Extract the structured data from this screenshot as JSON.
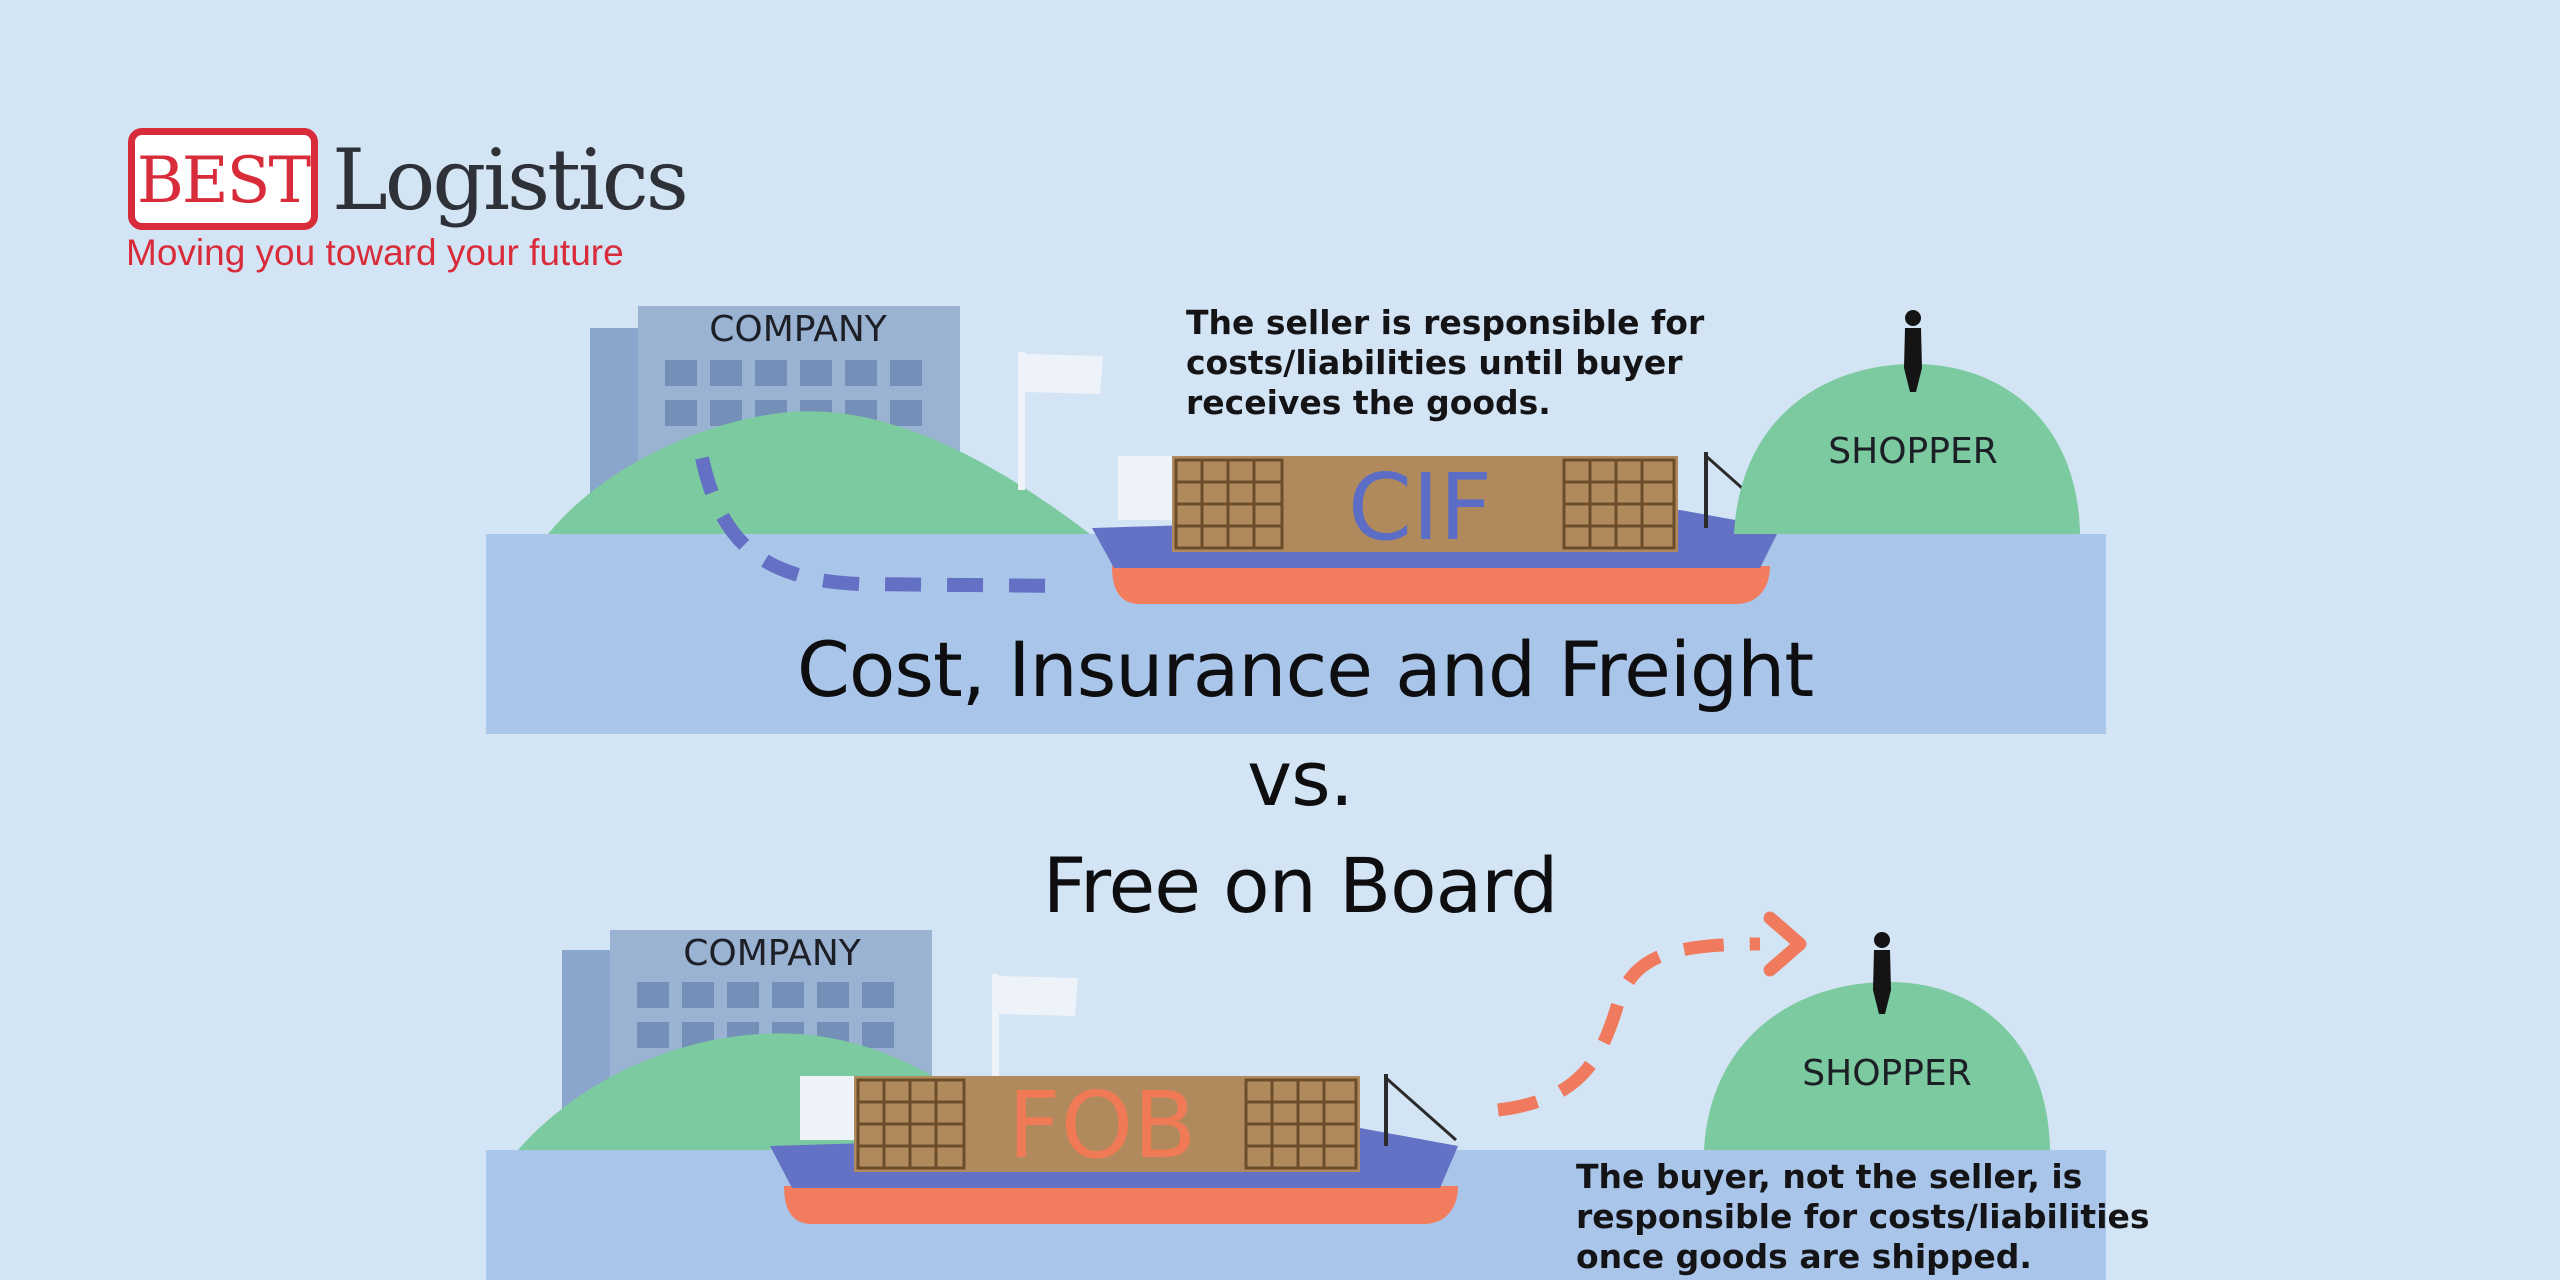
{
  "brand": {
    "best": "BEST",
    "word": "Logistics",
    "tagline": "Moving you toward your future",
    "colors": {
      "red": "#d82c3a",
      "dark": "#2f3138"
    }
  },
  "titles": {
    "cif": "Cost, Insurance and Freight",
    "vs": "vs.",
    "fob": "Free on Board"
  },
  "cif_scene": {
    "company_label": "COMPANY",
    "container_label": "CIF",
    "shopper_label": "SHOPPER",
    "caption": [
      "The seller is responsible for",
      "costs/liabilities until buyer",
      "receives the goods."
    ]
  },
  "fob_scene": {
    "company_label": "COMPANY",
    "container_label": "FOB",
    "shopper_label": "SHOPPER",
    "caption": [
      "The buyer, not the seller, is",
      "responsible for costs/liabilities",
      "once goods are shipped."
    ]
  },
  "colors": {
    "background": "#d3e4f5",
    "water": "#a9c6ea",
    "hill": "#7ccaa0",
    "building": "#9ab3d3",
    "hull": "#6372c4",
    "keel": "#f27c5e",
    "container": "#b08a5c",
    "cif_text": "#5b6dc4",
    "fob_text": "#f07a55"
  }
}
